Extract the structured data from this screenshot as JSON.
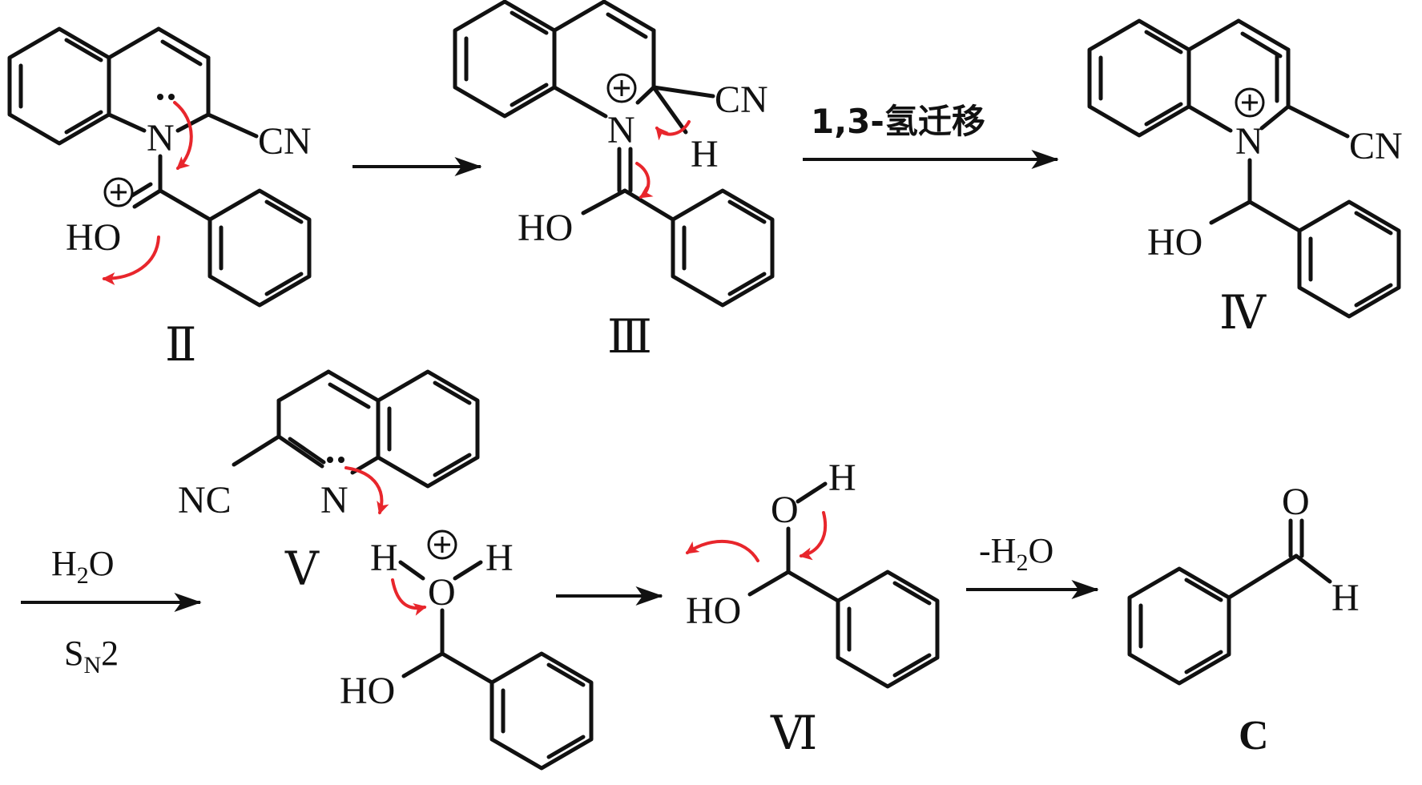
{
  "atoms": {
    "N": "N",
    "CN": "CN",
    "NC": "NC",
    "HO": "HO",
    "H": "H",
    "O": "O"
  },
  "compounds": {
    "II": "Ⅱ",
    "III": "Ⅲ",
    "IV": "Ⅳ",
    "V": "Ⅴ",
    "VI": "Ⅵ",
    "C": "C"
  },
  "conditions": {
    "step2_label": "1,3-氢迁移",
    "step3_top_main": "H",
    "step3_top_sub": "2",
    "step3_top_tail": "O",
    "step3_bottom_main": "S",
    "step3_bottom_sub": "N",
    "step3_bottom_tail": "2",
    "step5_prefix": "-H",
    "step5_sub": "2",
    "step5_tail": "O"
  },
  "colors": {
    "ink": "#111111",
    "electron_arrow": "#e8262c",
    "background": "#ffffff"
  }
}
